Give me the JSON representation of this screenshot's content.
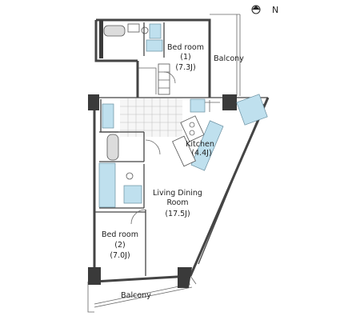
{
  "compass": {
    "label": "N"
  },
  "rooms": {
    "bedroom1": {
      "name": "Bed room",
      "number": "(1)",
      "size": "(7.3J)"
    },
    "balcony_top": {
      "name": "Balcony"
    },
    "kitchen": {
      "name": "Kitchen",
      "size": "(4.4J)"
    },
    "living": {
      "line1": "Living Dining",
      "line2": "Room",
      "size": "(17.5J)"
    },
    "bedroom2": {
      "name": "Bed room",
      "number": "(2)",
      "size": "(7.0J)"
    },
    "balcony_bottom": {
      "name": "Balcony"
    }
  },
  "colors": {
    "wet_area": "#bfe0ee",
    "structure": "#3a3a3a",
    "walls": "#444444"
  }
}
